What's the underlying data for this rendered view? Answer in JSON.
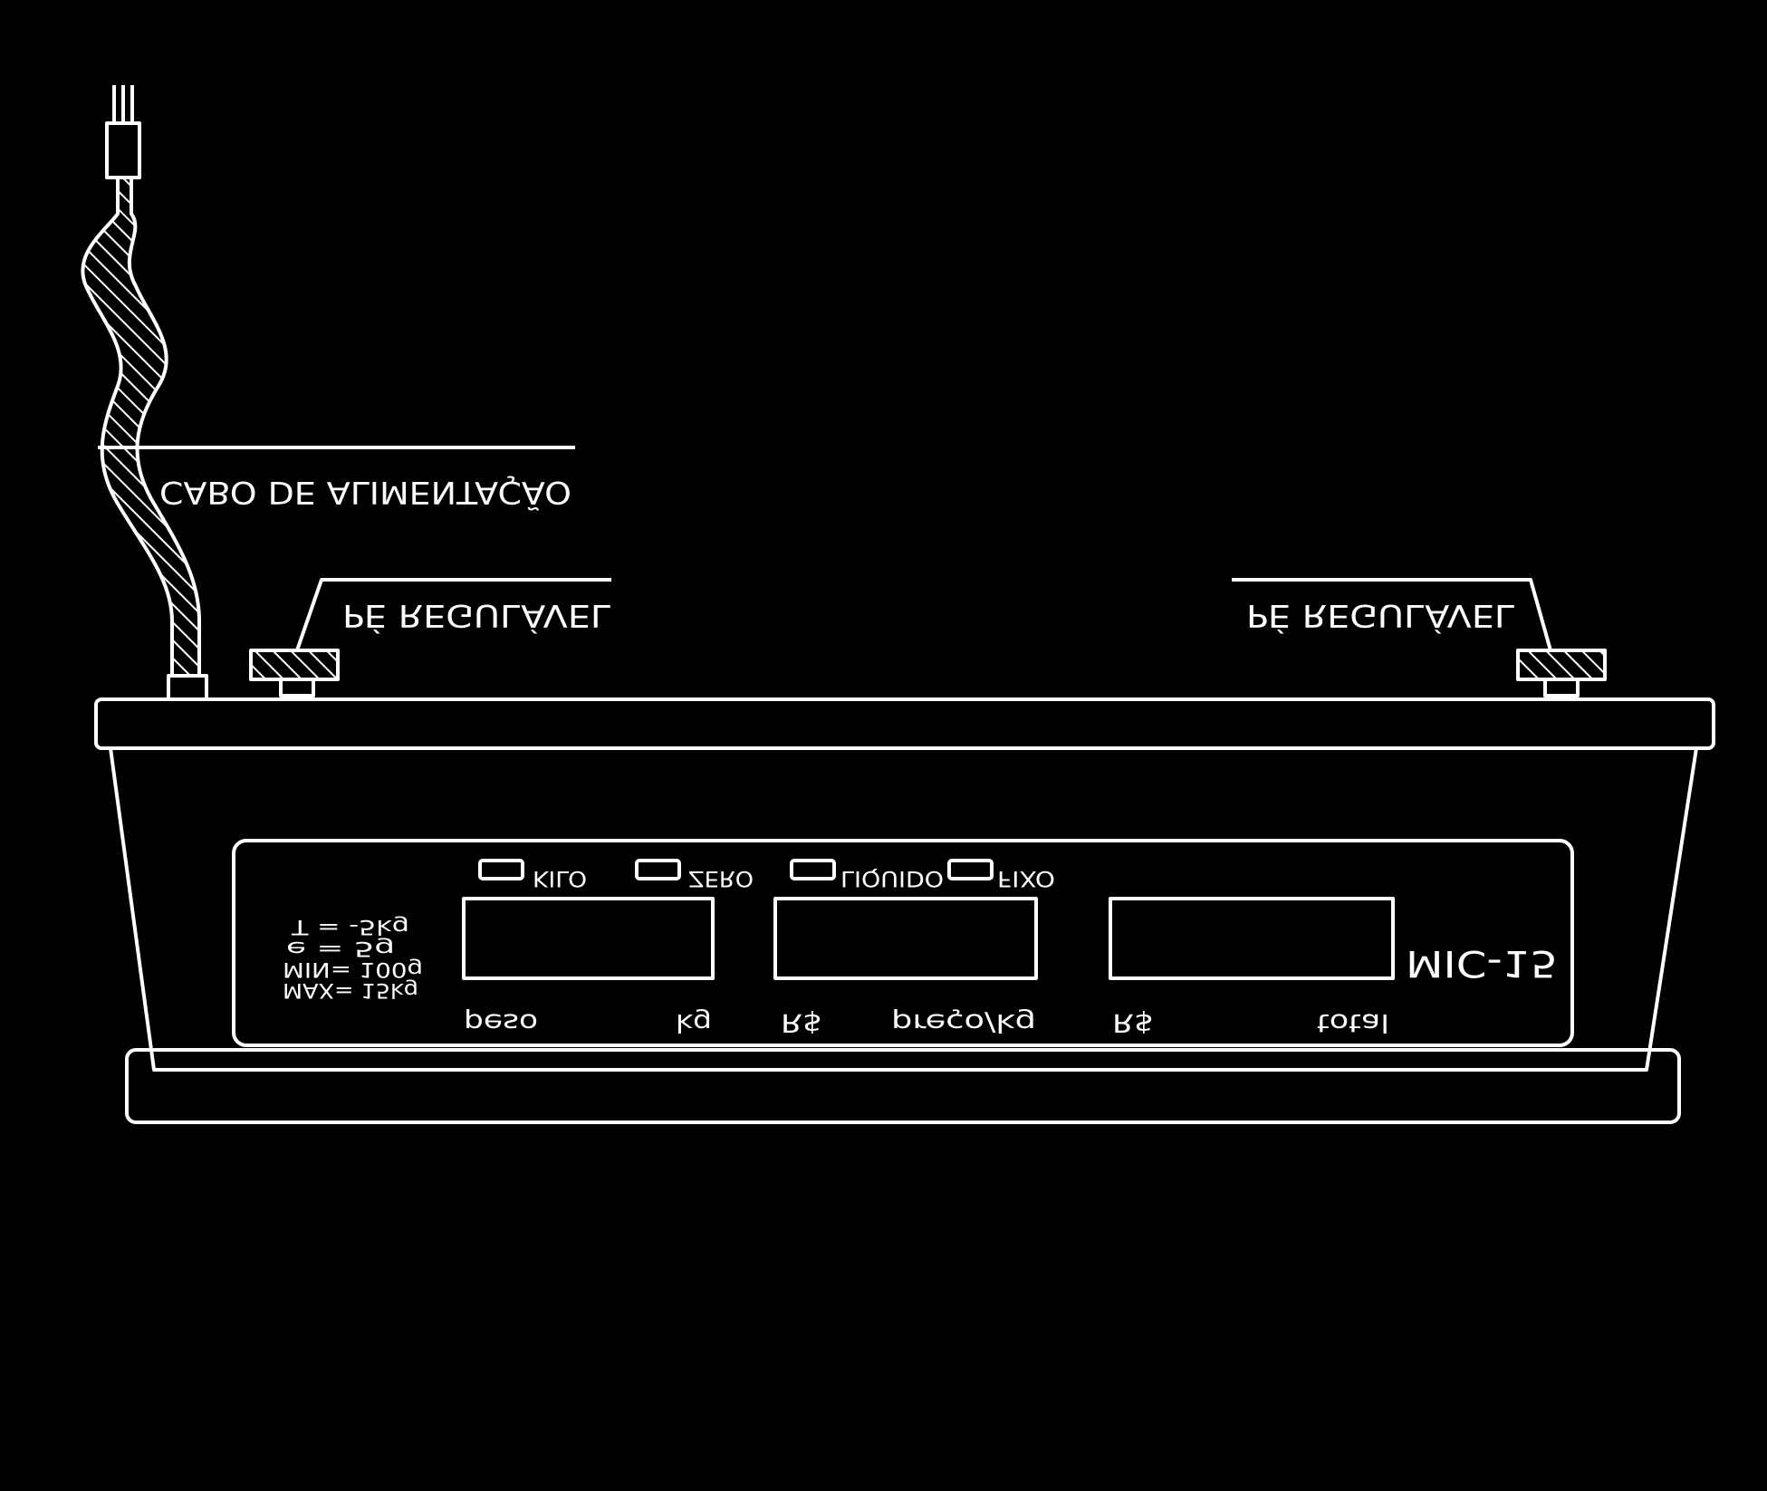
{
  "colors": {
    "background": "#000000",
    "ink": "#ffffff"
  },
  "callouts": {
    "cable": "CABO DE ALIMENTAÇÃO",
    "foot_left": "PÉ REGULÁVEL",
    "foot_right": "PÉ REGULÁVEL"
  },
  "indicators": [
    {
      "label": "KILO"
    },
    {
      "label": "ZERO"
    },
    {
      "label": "LIQUIDO"
    },
    {
      "label": "FIXO"
    }
  ],
  "specs": {
    "max": "MAX= 15kg",
    "min": "MIN= 100g",
    "e": "e = 5g",
    "t": "T = -5kg"
  },
  "displays": {
    "weight_label": "peso",
    "weight_unit": "kg",
    "price_currency": "R$",
    "price_label": "preço/kg",
    "total_currency": "R$",
    "total_label": "total"
  },
  "model": "MIC-15",
  "icons": {
    "plug": "power-plug-icon",
    "foot": "adjustable-foot-icon"
  }
}
